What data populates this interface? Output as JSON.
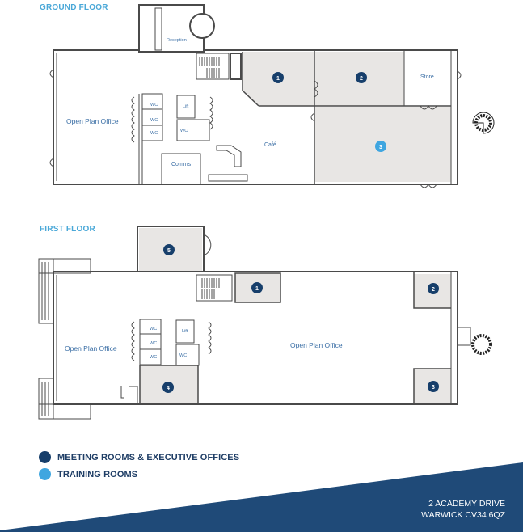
{
  "colors": {
    "meeting_badge": "#173f6b",
    "training_badge": "#3fa6e0",
    "room_fill": "#e8e6e4",
    "wall": "#4a4a4a",
    "label": "#3a6ea5",
    "title": "#4aa8d8",
    "footer_band": "#1f4a78",
    "legend_text": "#1f3e66"
  },
  "ground_floor": {
    "title": "GROUND FLOOR",
    "labels": {
      "reception": "Reception",
      "open_plan_office": "Open Plan Office",
      "lift": "Lift",
      "wc1": "WC",
      "wc2": "WC",
      "wc3": "WC",
      "wc4": "WC",
      "comms": "Comms",
      "cafe": "Café",
      "store": "Store"
    },
    "rooms": [
      {
        "number": "1",
        "type": "meeting"
      },
      {
        "number": "2",
        "type": "meeting"
      },
      {
        "number": "3",
        "type": "training"
      }
    ]
  },
  "first_floor": {
    "title": "FIRST FLOOR",
    "labels": {
      "open_plan_office_left": "Open Plan Office",
      "open_plan_office_main": "Open Plan Office",
      "lift": "Lift",
      "wc1": "WC",
      "wc2": "WC",
      "wc3": "WC",
      "wc4": "WC"
    },
    "rooms": [
      {
        "number": "1",
        "type": "meeting"
      },
      {
        "number": "2",
        "type": "meeting"
      },
      {
        "number": "3",
        "type": "meeting"
      },
      {
        "number": "4",
        "type": "meeting"
      },
      {
        "number": "5",
        "type": "meeting"
      }
    ]
  },
  "legend": [
    {
      "label": "MEETING ROOMS & EXECUTIVE OFFICES",
      "color": "#173f6b"
    },
    {
      "label": "TRAINING ROOMS",
      "color": "#3fa6e0"
    }
  ],
  "address": {
    "line1": "2 ACADEMY DRIVE",
    "line2": "WARWICK CV34 6QZ"
  }
}
